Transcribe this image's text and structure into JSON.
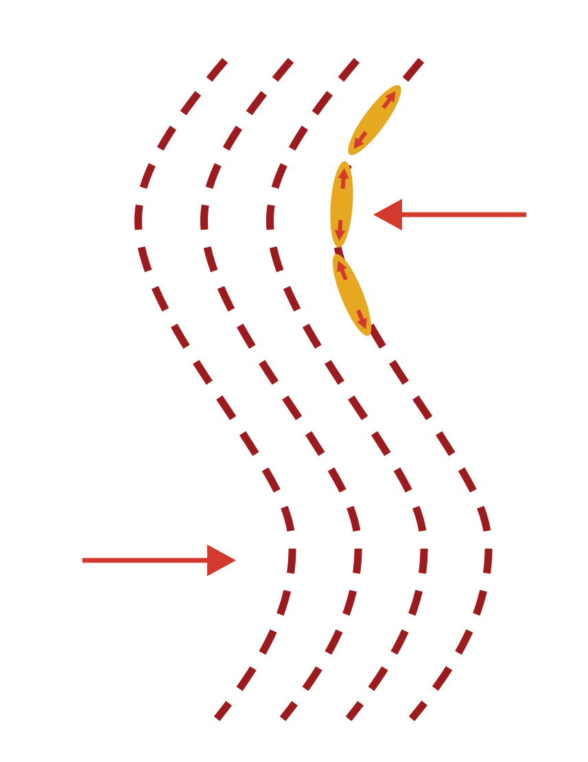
{
  "colors": {
    "background": "#ffffff",
    "dashed_line": "#9b1b1f",
    "arrow": "#d13a2c",
    "ellipse": "#e6a820",
    "small_arrow": "#d13a2c"
  },
  "diagram": {
    "dashed_line_count": 4,
    "force_arrow_count": 2,
    "ellipse_count": 3,
    "icons": [
      "arrow-left-icon",
      "arrow-right-icon",
      "double-arrow-icon"
    ]
  }
}
